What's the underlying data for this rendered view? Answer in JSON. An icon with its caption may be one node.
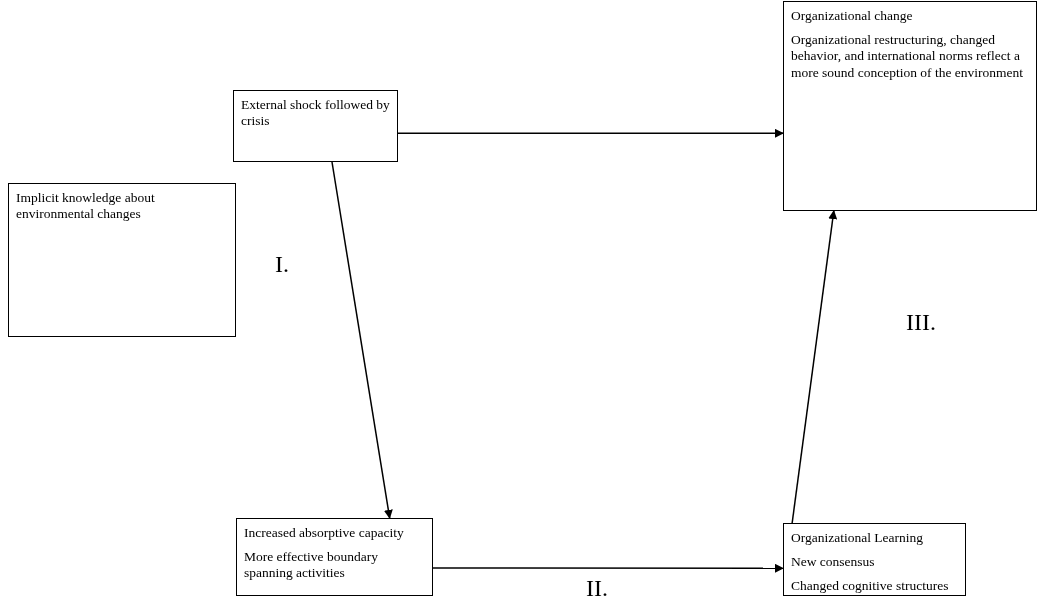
{
  "diagram": {
    "nodes": [
      {
        "text": [
          "Implicit knowledge about environmental changes"
        ]
      },
      {
        "text": [
          "External shock followed by crisis"
        ]
      },
      {
        "text": [
          "Organizational change",
          "Organizational restructuring, changed behavior, and international norms reflect a more sound conception of the environment"
        ]
      },
      {
        "text": [
          "Increased absorptive capacity",
          "More effective boundary spanning activities"
        ]
      },
      {
        "text": [
          "Organizational Learning",
          "New consensus",
          "Changed cognitive structures"
        ]
      }
    ],
    "edges": [
      {
        "from": 1,
        "to": 2,
        "arrow": "to"
      },
      {
        "from": 1,
        "to": 3,
        "arrow": "to"
      },
      {
        "from": 3,
        "to": 4,
        "arrow": "to"
      },
      {
        "from": 4,
        "to": 2,
        "arrow": "to"
      }
    ],
    "labels": [
      "I.",
      "II.",
      "III."
    ]
  }
}
